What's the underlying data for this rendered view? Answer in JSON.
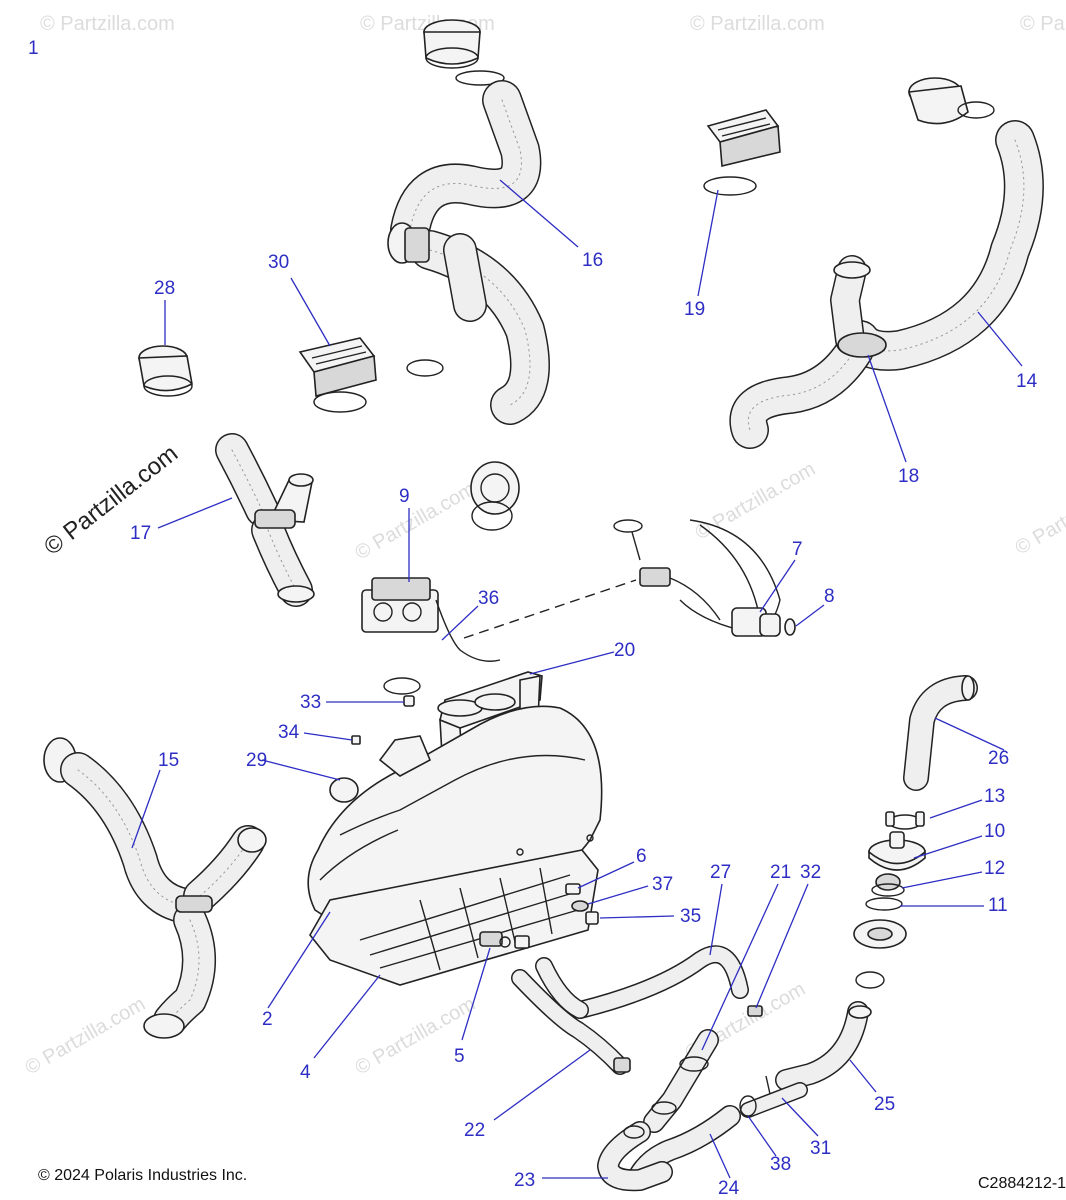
{
  "diagram": {
    "page_number": "1",
    "copyright": "© 2024 Polaris Industries Inc.",
    "drawing_number": "C2884212-1",
    "watermark_main": "© Partzilla.com",
    "watermark_small": "© Partzilla.com",
    "accent_color": "#2e2ec4",
    "callouts": [
      "2",
      "4",
      "5",
      "6",
      "7",
      "8",
      "9",
      "10",
      "11",
      "12",
      "13",
      "14",
      "15",
      "16",
      "17",
      "18",
      "19",
      "20",
      "21",
      "22",
      "23",
      "24",
      "25",
      "26",
      "27",
      "28",
      "29",
      "30",
      "31",
      "32",
      "33",
      "34",
      "35",
      "36",
      "37",
      "38"
    ]
  }
}
